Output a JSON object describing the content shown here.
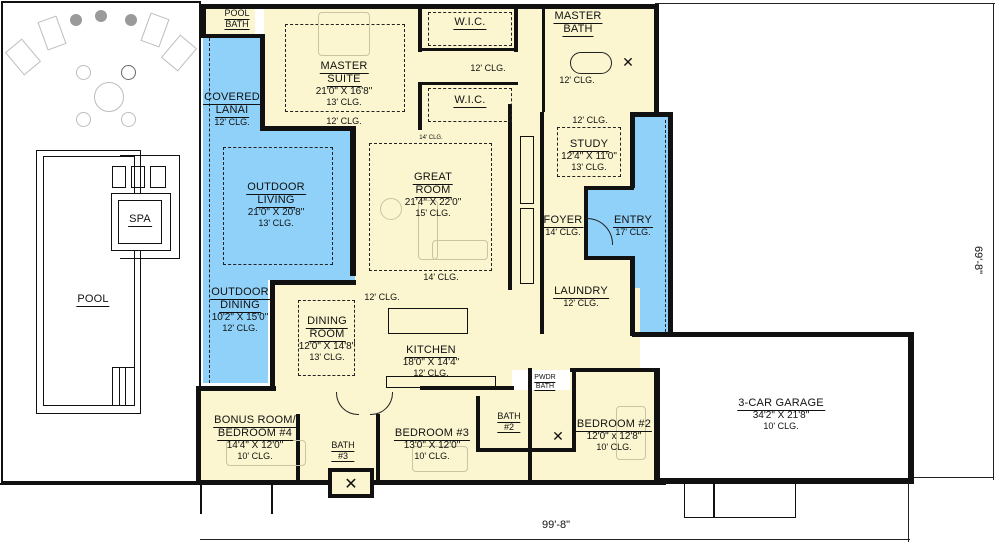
{
  "plan": {
    "type": "architectural floor plan",
    "colors": {
      "interior": "#fbf6cf",
      "outdoor_covered": "#8fd1f8",
      "walls": "#111111",
      "background": "#ffffff"
    },
    "overall_dimensions": {
      "width": "99'-8\"",
      "depth": "69'-8\""
    }
  },
  "rooms": {
    "pool_bath": {
      "name_line1": "POOL",
      "name_line2": "BATH"
    },
    "master_suite": {
      "name_line1": "MASTER",
      "name_line2": "SUITE",
      "size": "21'0\" X 16'8\"",
      "ceiling": "13' CLG.",
      "ceiling_alt": "12' CLG."
    },
    "wic_upper": {
      "name": "W.I.C."
    },
    "wic_lower": {
      "name": "W.I.C."
    },
    "closet_hall": {
      "ceiling": "12' CLG."
    },
    "master_bath": {
      "name_line1": "MASTER",
      "name_line2": "BATH",
      "ceiling": "12' CLG."
    },
    "covered_lanai": {
      "name_line1": "COVERED",
      "name_line2": "LANAI",
      "ceiling": "12' CLG."
    },
    "outdoor_living": {
      "name_line1": "OUTDOOR",
      "name_line2": "LIVING",
      "size": "21'0\" X 20'8\"",
      "ceiling": "13' CLG."
    },
    "great_room": {
      "name_line1": "GREAT",
      "name_line2": "ROOM",
      "size": "21'4\" X 22'0\"",
      "ceiling": "15' CLG.",
      "ceiling_top": "14' CLG.",
      "ceiling_bottom": "14' CLG."
    },
    "study": {
      "name": "STUDY",
      "size": "12'4\" X 11'0\"",
      "ceiling": "13' CLG.",
      "ceiling_hall": "12' CLG."
    },
    "foyer": {
      "name": "FOYER",
      "ceiling": "14' CLG."
    },
    "entry": {
      "name": "ENTRY",
      "ceiling": "17' CLG."
    },
    "laundry": {
      "name": "LAUNDRY",
      "ceiling": "12' CLG."
    },
    "outdoor_dining": {
      "name_line1": "OUTDOOR",
      "name_line2": "DINING",
      "size": "10'2\" X 15'0\"",
      "ceiling": "12' CLG."
    },
    "dining_room": {
      "name_line1": "DINING",
      "name_line2": "ROOM",
      "size": "12'0\" X 14'8\"",
      "ceiling": "13' CLG."
    },
    "kitchen": {
      "name": "KITCHEN",
      "size": "18'0\" X 14'4\"",
      "ceiling": "12' CLG.",
      "ceiling_top": "12' CLG."
    },
    "bonus_room": {
      "name_line1": "BONUS ROOM/",
      "name_line2": "BEDROOM #4",
      "size": "14'4\" X 12'0\"",
      "ceiling": "10' CLG."
    },
    "bath3": {
      "name_line1": "BATH",
      "name_line2": "#3"
    },
    "bedroom3": {
      "name": "BEDROOM #3",
      "size": "13'0\" X 12'0\"",
      "ceiling": "10' CLG."
    },
    "pwdr_bath": {
      "name_line1": "PWDR",
      "name_line2": "BATH"
    },
    "bath2": {
      "name_line1": "BATH",
      "name_line2": "#2"
    },
    "bedroom2": {
      "name": "BEDROOM #2",
      "size": "12'0\" x 12'8\"",
      "ceiling": "10' CLG."
    },
    "garage": {
      "name": "3-CAR GARAGE",
      "size": "34'2\" X 21'8\"",
      "ceiling": "10' CLG."
    },
    "spa": {
      "name": "SPA"
    },
    "pool": {
      "name": "POOL"
    }
  }
}
